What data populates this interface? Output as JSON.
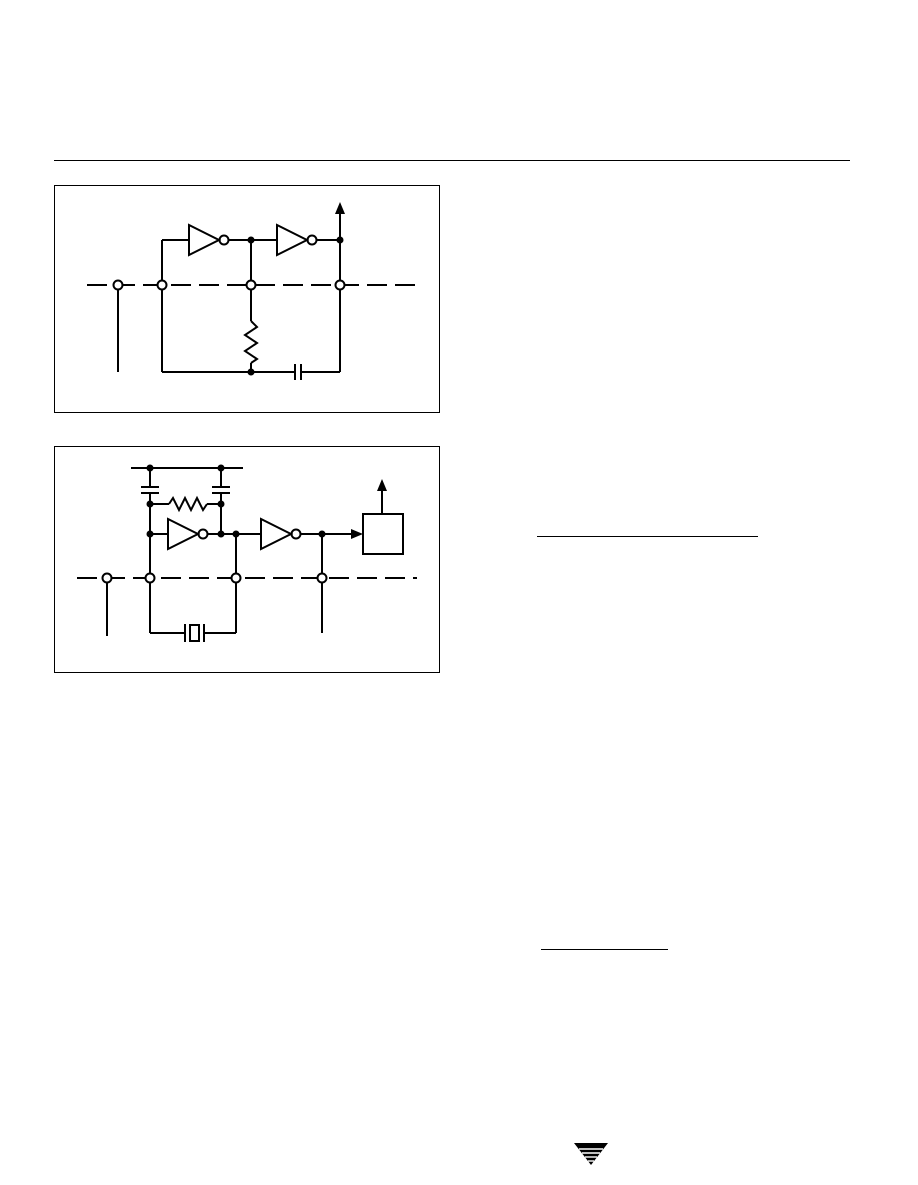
{
  "page": {
    "background": "#ffffff",
    "line_color": "#000000"
  },
  "figure_1": {
    "components": [
      "inverter-1",
      "inverter-2",
      "resistor",
      "capacitor",
      "output-arrow"
    ]
  },
  "figure_2": {
    "components": [
      "capacitor-left",
      "capacitor-right",
      "resistor",
      "inverter-1",
      "inverter-2",
      "crystal",
      "output-block",
      "output-arrow"
    ]
  },
  "footer": {
    "logo_icon": "vishay-style-triangle-logo-icon"
  }
}
